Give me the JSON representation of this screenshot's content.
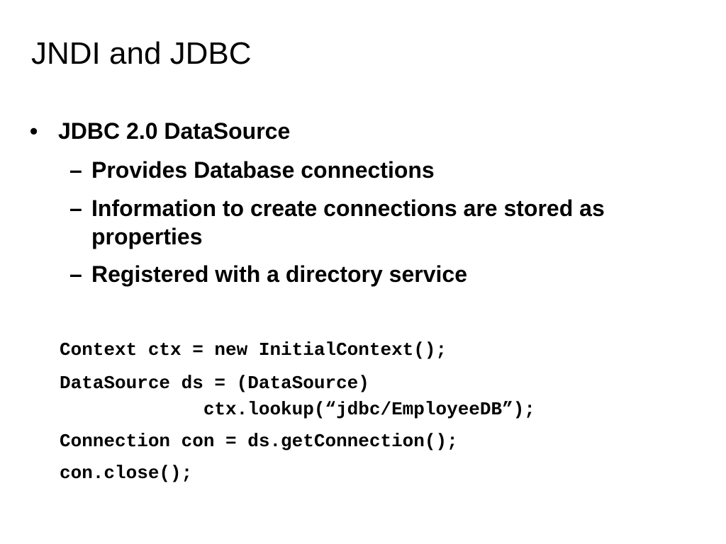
{
  "slide": {
    "title": "JNDI and JDBC",
    "bullet_marker": "•",
    "sub_marker": "–",
    "main_bullet": "JDBC 2.0 DataSource",
    "sub_bullets": [
      "Provides Database connections",
      "Information to create connections are stored as properties",
      "Registered with a directory service"
    ],
    "code_lines": [
      "Context ctx = new InitialContext();",
      "DataSource ds = (DataSource)",
      "             ctx.lookup(“jdbc/EmployeeDB”);",
      "Connection con = ds.getConnection();",
      "con.close();"
    ]
  }
}
